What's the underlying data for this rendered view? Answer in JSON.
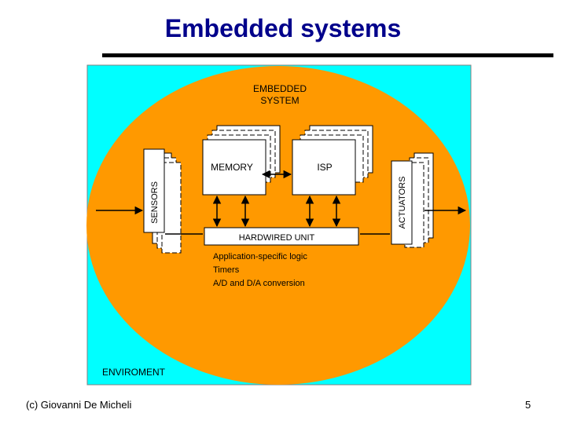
{
  "slide": {
    "title": "Embedded systems",
    "footer": "(c) Giovanni De Micheli",
    "page_number": "5"
  },
  "diagram": {
    "system_label_line1": "EMBEDDED",
    "system_label_line2": "SYSTEM",
    "memory_label": "MEMORY",
    "isp_label": "ISP",
    "sensors_label": "SENSORS",
    "actuators_label": "ACTUATORS",
    "hardwired_label": "HARDWIRED UNIT",
    "hardwired_items": [
      "Application-specific logic",
      "Timers",
      "A/D and D/A conversion"
    ],
    "environment_label": "ENVIROMENT"
  },
  "colors": {
    "environment_bg": "#00ffff",
    "system_fill": "#ff9900",
    "block_fill": "#ffffff"
  }
}
